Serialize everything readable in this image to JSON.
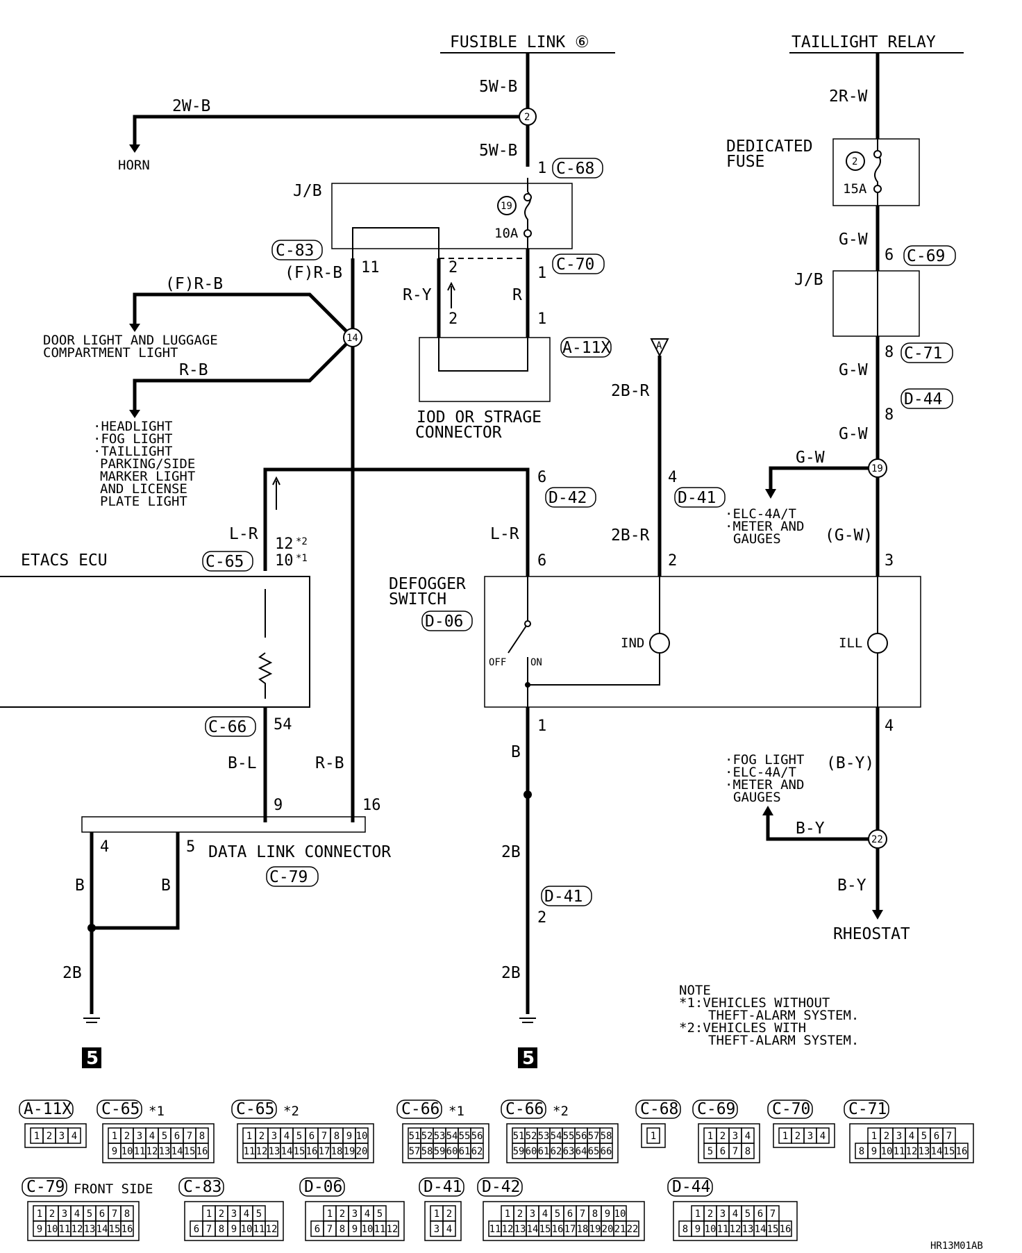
{
  "sources": {
    "fusible_link": "FUSIBLE LINK ⑥",
    "taillight_relay": "TAILLIGHT RELAY"
  },
  "components": {
    "jb_left": "J/B",
    "jb_right": "J/B",
    "dedicated_fuse_1": "DEDICATED",
    "dedicated_fuse_2": "FUSE",
    "fuse_15a": "15A",
    "fuse_10a": "10A",
    "iod_1": "IOD OR STRAGE",
    "iod_2": "CONNECTOR",
    "etacs": "ETACS ECU",
    "defogger_1": "DEFOGGER",
    "defogger_2": "SWITCH",
    "dlc": "DATA LINK CONNECTOR",
    "switch_off": "OFF",
    "switch_on": "ON",
    "ind": "IND",
    "ill": "ILL",
    "rheostat": "RHEOSTAT",
    "horn": "HORN",
    "ground_a": "A"
  },
  "wires": {
    "w_5wb_top": "5W-B",
    "w_2wb": "2W-B",
    "w_5wb_2": "5W-B",
    "w_frb_top": "(F)R-B",
    "w_frb": "(F)R-B",
    "w_rb": "R-B",
    "w_ry": "R-Y",
    "w_r": "R",
    "w_2rw": "2R-W",
    "w_gw_1": "G-W",
    "w_gw_2": "G-W",
    "w_gw_3": "G-W",
    "w_gw_4": "G-W",
    "w_gw_paren": "(G-W)",
    "w_2br_1": "2B-R",
    "w_2br_2": "2B-R",
    "w_lr_1": "L-R",
    "w_lr_2": "L-R",
    "w_bl": "B-L",
    "w_rb_2": "R-B",
    "w_b_1": "B",
    "w_b_2": "B",
    "w_b_3": "B",
    "w_2b_1": "2B",
    "w_2b_2": "2B",
    "w_2b_3": "2B",
    "w_by_1": "(B-Y)",
    "w_by_2": "B-Y",
    "w_by_3": "B-Y"
  },
  "connectors": {
    "c68": "C-68",
    "c83": "C-83",
    "c70": "C-70",
    "a11x": "A-11X",
    "c69": "C-69",
    "c71": "C-71",
    "d44": "D-44",
    "d42": "D-42",
    "d41_a": "D-41",
    "d41_b": "D-41",
    "c65": "C-65",
    "d06": "D-06",
    "c66": "C-66",
    "c79": "C-79"
  },
  "pins": {
    "p_c68_1": "1",
    "p_c83_11": "11",
    "p_c70_2": "2",
    "p_c70_1": "1",
    "p_a11x_2": "2",
    "p_a11x_1": "1",
    "p_c69_6": "6",
    "p_c71_8": "8",
    "p_d44_8": "8",
    "p_d42_6": "6",
    "p_d41_4": "4",
    "p_d06_6": "6",
    "p_d06_2": "2",
    "p_d06_3": "3",
    "p_d06_1": "1",
    "p_d06_4": "4",
    "p_c65_12": "12",
    "p_c65_10": "10",
    "star2": "*2",
    "star1": "*1",
    "p_c66_54": "54",
    "p_dlc_9": "9",
    "p_dlc_16": "16",
    "p_dlc_4": "4",
    "p_dlc_5": "5",
    "p_d41_2": "2"
  },
  "splices": {
    "s2": "2",
    "s19fuse": "19",
    "s14": "14",
    "s19": "19",
    "s22": "22",
    "s2fuse": "2"
  },
  "destinations": {
    "door_light_1": "DOOR LIGHT AND LUGGAGE",
    "door_light_2": "COMPARTMENT LIGHT",
    "head_1": "·HEADLIGHT",
    "head_2": "·FOG LIGHT",
    "head_3": "·TAILLIGHT",
    "head_4": "PARKING/SIDE",
    "head_5": "MARKER LIGHT",
    "head_6": "AND LICENSE",
    "head_7": "PLATE LIGHT",
    "elc_1": "·ELC-4A/T",
    "elc_2": "·METER AND",
    "elc_3": "GAUGES",
    "fog_1": "·FOG LIGHT",
    "fog_2": "·ELC-4A/T",
    "fog_3": "·METER AND",
    "fog_4": "GAUGES"
  },
  "grounds": {
    "g_left": "5",
    "g_right": "5"
  },
  "note": {
    "title": "NOTE",
    "n1a": "*1:VEHICLES WITHOUT",
    "n1b": "THEFT-ALARM SYSTEM.",
    "n2a": "*2:VEHICLES WITH",
    "n2b": "THEFT-ALARM SYSTEM."
  },
  "connector_views": [
    {
      "id": "A-11X",
      "suffix": "",
      "rows": [
        [
          "1",
          "2",
          "3",
          "4"
        ]
      ]
    },
    {
      "id": "C-65",
      "suffix": "*1",
      "rows": [
        [
          "1",
          "2",
          "3",
          "4",
          "5",
          "6",
          "7",
          "8"
        ],
        [
          "9",
          "10",
          "11",
          "12",
          "13",
          "14",
          "15",
          "16"
        ]
      ]
    },
    {
      "id": "C-65",
      "suffix": "*2",
      "rows": [
        [
          "1",
          "2",
          "3",
          "4",
          "5",
          "6",
          "7",
          "8",
          "9",
          "10"
        ],
        [
          "11",
          "12",
          "13",
          "14",
          "15",
          "16",
          "17",
          "18",
          "19",
          "20"
        ]
      ]
    },
    {
      "id": "C-66",
      "suffix": "*1",
      "rows": [
        [
          "51",
          "52",
          "53",
          "54",
          "55",
          "56"
        ],
        [
          "57",
          "58",
          "59",
          "60",
          "61",
          "62"
        ]
      ]
    },
    {
      "id": "C-66",
      "suffix": "*2",
      "rows": [
        [
          "51",
          "52",
          "53",
          "54",
          "55",
          "56",
          "57",
          "58"
        ],
        [
          "59",
          "60",
          "61",
          "62",
          "63",
          "64",
          "65",
          "66"
        ]
      ]
    },
    {
      "id": "C-68",
      "suffix": "",
      "rows": [
        [
          "1"
        ]
      ]
    },
    {
      "id": "C-69",
      "suffix": "",
      "rows": [
        [
          "1",
          "2",
          "3",
          "4"
        ],
        [
          "5",
          "6",
          "7",
          "8"
        ]
      ]
    },
    {
      "id": "C-70",
      "suffix": "",
      "rows": [
        [
          "1",
          "2",
          "3",
          "4"
        ]
      ]
    },
    {
      "id": "C-71",
      "suffix": "",
      "rows": [
        [
          "1",
          "2",
          "3",
          "4",
          "5",
          "6",
          "7"
        ],
        [
          "8",
          "9",
          "10",
          "11",
          "12",
          "13",
          "14",
          "15",
          "16"
        ]
      ]
    },
    {
      "id": "C-79",
      "suffix": "FRONT SIDE",
      "rows": [
        [
          "1",
          "2",
          "3",
          "4",
          "5",
          "6",
          "7",
          "8"
        ],
        [
          "9",
          "10",
          "11",
          "12",
          "13",
          "14",
          "15",
          "16"
        ]
      ]
    },
    {
      "id": "C-83",
      "suffix": "",
      "rows": [
        [
          "1",
          "2",
          "3",
          "4",
          "5"
        ],
        [
          "6",
          "7",
          "8",
          "9",
          "10",
          "11",
          "12"
        ]
      ]
    },
    {
      "id": "D-06",
      "suffix": "",
      "rows": [
        [
          "1",
          "2",
          "3",
          "4",
          "5"
        ],
        [
          "6",
          "7",
          "8",
          "9",
          "10",
          "11",
          "12"
        ]
      ]
    },
    {
      "id": "D-41",
      "suffix": "",
      "rows": [
        [
          "1",
          "2"
        ],
        [
          "3",
          "4"
        ]
      ]
    },
    {
      "id": "D-42",
      "suffix": "",
      "rows": [
        [
          "1",
          "2",
          "3",
          "4",
          "5",
          "6",
          "7",
          "8",
          "9",
          "10"
        ],
        [
          "11",
          "12",
          "13",
          "14",
          "15",
          "16",
          "17",
          "18",
          "19",
          "20",
          "21",
          "22"
        ]
      ]
    },
    {
      "id": "D-44",
      "suffix": "",
      "rows": [
        [
          "1",
          "2",
          "3",
          "4",
          "5",
          "6",
          "7"
        ],
        [
          "8",
          "9",
          "10",
          "11",
          "12",
          "13",
          "14",
          "15",
          "16"
        ]
      ]
    }
  ],
  "footer_code": "HR13M01AB"
}
